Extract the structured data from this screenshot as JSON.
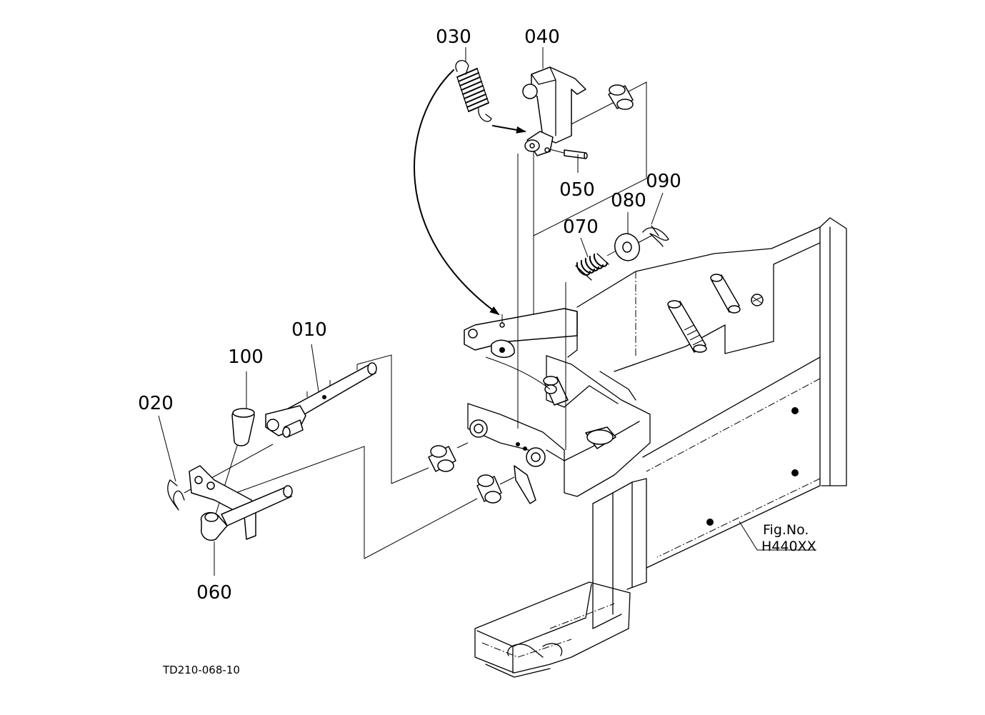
{
  "parts": [
    {
      "id": "p010",
      "number": "010"
    },
    {
      "id": "p020",
      "number": "020"
    },
    {
      "id": "p030",
      "number": "030"
    },
    {
      "id": "p040",
      "number": "040"
    },
    {
      "id": "p050",
      "number": "050"
    },
    {
      "id": "p060",
      "number": "060"
    },
    {
      "id": "p070",
      "number": "070"
    },
    {
      "id": "p080",
      "number": "080"
    },
    {
      "id": "p090",
      "number": "090"
    },
    {
      "id": "p100",
      "number": "100"
    }
  ],
  "figure": {
    "label": "Fig.No.",
    "number": "H440XX"
  },
  "drawing_code": "TD210-068-10"
}
